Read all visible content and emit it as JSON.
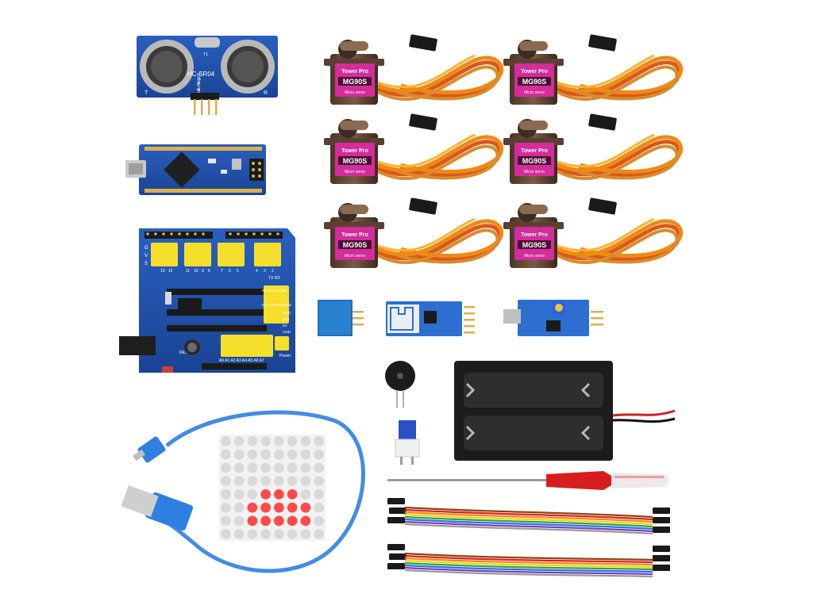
{
  "sensor": {
    "model": "HC-SR04",
    "crystal": "Y1",
    "left_mark": "T",
    "right_mark": "R",
    "pins": [
      "Vcc",
      "Trig",
      "Echo",
      "Gnd"
    ]
  },
  "servo": {
    "brand": "Tower Pro",
    "model": "MG90S",
    "subtitle": "Micro servo"
  },
  "shield": {
    "digital_labels": [
      "13",
      "12",
      "11",
      "10",
      "9",
      "8",
      "7",
      "6",
      "5",
      "4",
      "3",
      "2"
    ],
    "row_labels": [
      "G",
      "V",
      "S"
    ],
    "serial_label": "TX RX",
    "side_labels": [
      "RX TX 5V GND",
      "SCL SDA 5V GND",
      "GND",
      "3V3",
      "5V",
      "GND"
    ],
    "power_label": "Power",
    "reset_label": "RESET",
    "analog_labels": "A0 A1 A2 A3 A4 A5 A6 A7"
  },
  "colors": {
    "board_blue": "#1f4fa8",
    "header_yellow": "#f6df2a",
    "servo_magenta": "#d42c9a",
    "wire_orange": "#f08a14",
    "usb_blue": "#2f7fe0",
    "led_red": "#ff4a4a",
    "led_grey": "#d9d9d9"
  }
}
